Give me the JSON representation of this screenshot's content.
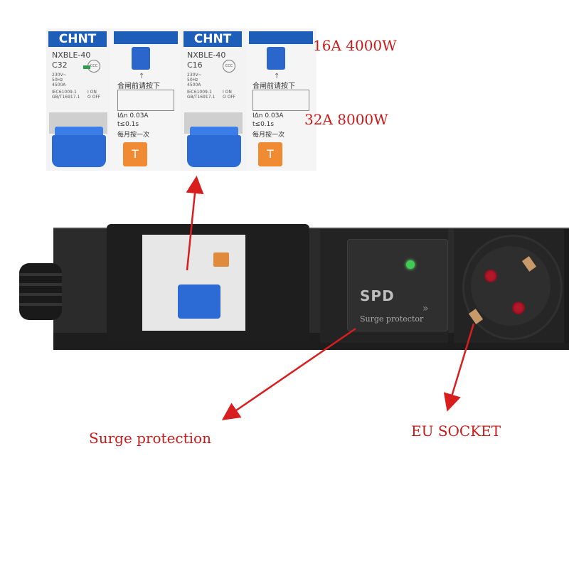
{
  "breaker_left": {
    "brand": "CHNT",
    "model": "NXBLE-40",
    "rating": "C32",
    "specs": [
      "230V~",
      "50Hz",
      "4500A"
    ],
    "standards": [
      "IEC61009-1",
      "GB/T16917.1"
    ],
    "on_off": [
      "I ON",
      "O OFF"
    ],
    "cn_close": "合闸前请按下",
    "trip_current": "IΔn 0.03A",
    "trip_time": "t≤0.1s",
    "cn_monthly": "每月按一次",
    "test_label": "T"
  },
  "breaker_right": {
    "brand": "CHNT",
    "model": "NXBLE-40",
    "rating": "C16",
    "specs": [
      "230V~",
      "50Hz",
      "4500A"
    ],
    "standards": [
      "IEC61009-1",
      "GB/T16917.1"
    ],
    "on_off": [
      "I ON",
      "O OFF"
    ],
    "cn_close": "合闸前请按下",
    "trip_current": "IΔn 0.03A",
    "trip_time": "t≤0.1s",
    "cn_monthly": "每月按一次",
    "test_label": "T"
  },
  "callouts": {
    "rating_16": "16A 4000W",
    "rating_32": "32A 8000W",
    "surge": "Surge protection",
    "socket": "EU SOCKET"
  },
  "spd": {
    "title": "SPD",
    "chevrons": "»",
    "subtitle": "Surge protector"
  },
  "colors": {
    "arrow": "#d81e1e",
    "pdu_body": "#2b2b2b",
    "breaker_blue": "#2c6bd6",
    "test_orange": "#f08a33",
    "led_green": "#3fcc55",
    "socket_red": "#b4182a"
  }
}
